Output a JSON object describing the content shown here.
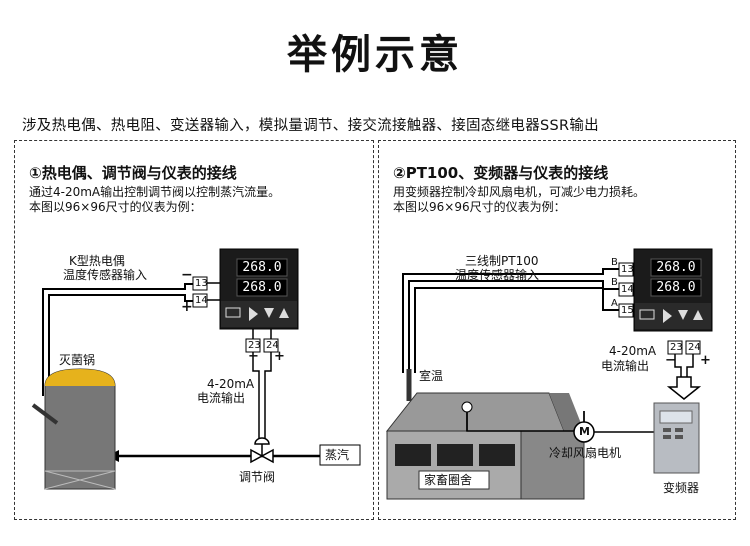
{
  "title": "举例示意",
  "subtitle": "涉及热电偶、热电阻、变送器输入，模拟量调节、接交流接触器、接固态继电器SSR输出",
  "display_value": "268.0",
  "left": {
    "heading": "①热电偶、调节阀与仪表的接线",
    "desc_line1": "通过4-20mA输出控制调节阀以控制蒸汽流量。",
    "desc_line2": "本图以96×96尺寸的仪表为例：",
    "sensor_label_1": "K型热电偶",
    "sensor_label_2": "温度传感器输入",
    "minus": "−",
    "plus": "+",
    "term_13": "13",
    "term_14": "14",
    "term_23": "23",
    "term_24": "24",
    "out_minus": "−",
    "out_plus": "+",
    "output_label_1": "4-20mA",
    "output_label_2": "电流输出",
    "tank_label": "灭菌锅",
    "valve_label": "调节阀",
    "steam_label": "蒸汽"
  },
  "right": {
    "heading": "②PT100、变频器与仪表的接线",
    "desc_line1": "用变频器控制冷却风扇电机，可减少电力损耗。",
    "desc_line2": "本图以96×96尺寸的仪表为例：",
    "sensor_label_1": "三线制PT100",
    "sensor_label_2": "温度传感器输入",
    "wire_b1": "B",
    "wire_b2": "B",
    "wire_a": "A",
    "term_13": "13",
    "term_14": "14",
    "term_15": "15",
    "term_23": "23",
    "term_24": "24",
    "out_minus": "−",
    "out_plus": "+",
    "output_label_1": "4-20mA",
    "output_label_2": "电流输出",
    "room_label": "室温",
    "barn_label": "家畜圈舍",
    "motor_symbol": "M",
    "motor_label": "冷却风扇电机",
    "vfd_label": "变频器"
  }
}
